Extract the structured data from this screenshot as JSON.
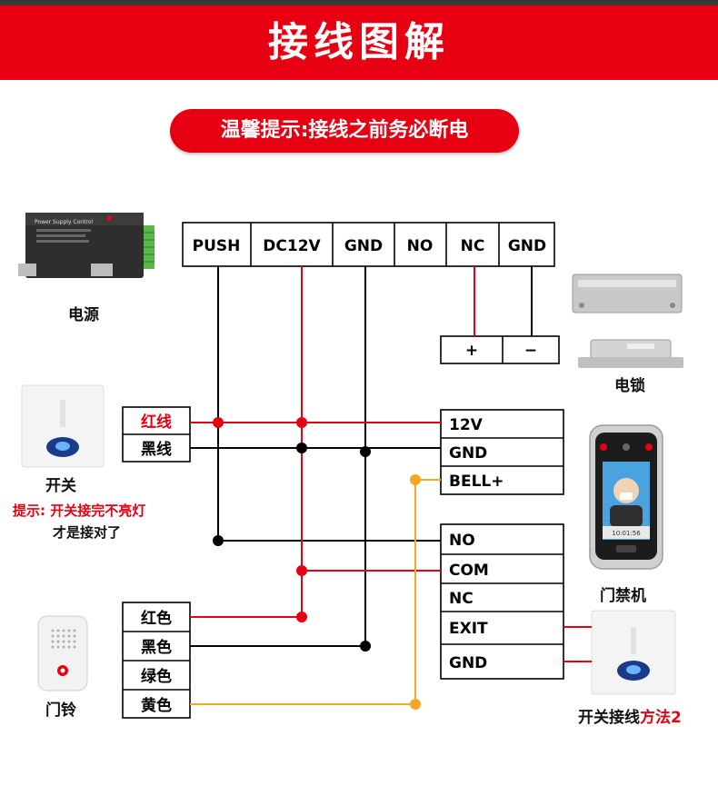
{
  "banner": {
    "title": "接线图解"
  },
  "warning": {
    "text": "温馨提示:接线之前务必断电"
  },
  "power_supply": {
    "label": "电源",
    "device_title": "Power Supply Control"
  },
  "header_terminals": [
    "PUSH",
    "DC12V",
    "GND",
    "NO",
    "NC",
    "GND"
  ],
  "lock": {
    "label": "电锁",
    "terminals": [
      "+",
      "−"
    ]
  },
  "switch": {
    "label": "开关",
    "wires": [
      "红线",
      "黑线"
    ],
    "tip_prefix": "提示: 开关接完",
    "tip_red": "不亮灯",
    "tip_line2": "才是接对了"
  },
  "reader": {
    "label": "门禁机",
    "terminals_top": [
      "12V",
      "GND",
      "BELL+"
    ],
    "terminals_bottom": [
      "NO",
      "COM",
      "NC",
      "EXIT",
      "GND"
    ],
    "screen_time": "10:01:56"
  },
  "bell": {
    "label": "门铃",
    "wires": [
      "红色",
      "黑色",
      "绿色",
      "黄色"
    ]
  },
  "switch2": {
    "label_prefix": "开关接线",
    "label_red": "方法2"
  },
  "colors": {
    "accent": "#e60012",
    "wire_red": "#e60012",
    "wire_black": "#000000",
    "wire_yellow": "#f5a623"
  }
}
